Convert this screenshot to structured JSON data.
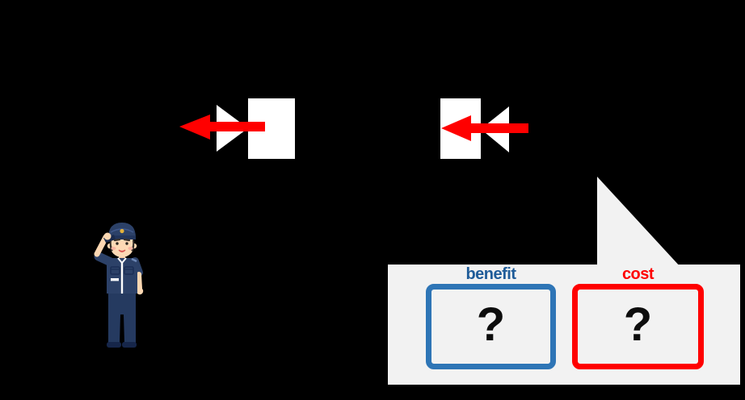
{
  "slide": {
    "background": "#000000"
  },
  "flow": {
    "shape_color": "#FFFFFF",
    "arrow_color": "#FF0000",
    "groups": [
      {
        "icon": "skip-to-end-icon",
        "arrow": "red-left-arrow"
      },
      {
        "icon": "skip-to-start-icon",
        "arrow": "red-left-arrow"
      }
    ]
  },
  "character": {
    "icon": "saluting-police-officer",
    "uniform_color": "#2C4168"
  },
  "callout": {
    "background": "#F2F2F2",
    "tail_direction": "up-right",
    "items": [
      {
        "label": "benefit",
        "value": "?",
        "label_color": "#1F5C99",
        "border_color": "#2E75B6"
      },
      {
        "label": "cost",
        "value": "?",
        "label_color": "#FF0000",
        "border_color": "#FF0000"
      }
    ]
  }
}
